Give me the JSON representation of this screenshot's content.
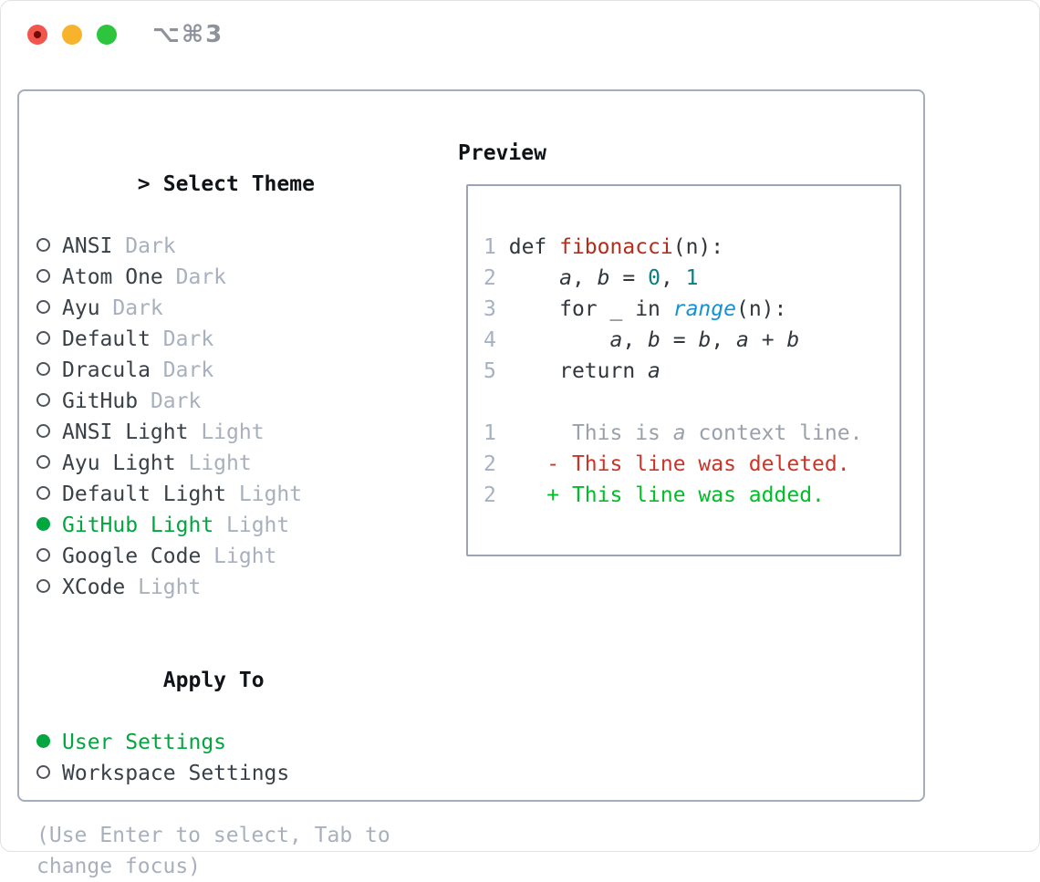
{
  "titlebar": {
    "title": "⌥⌘3",
    "buttons": [
      "close-button",
      "minimize-button",
      "zoom-button"
    ]
  },
  "colors": {
    "selected_green": "#00a63e",
    "added_green": "#00bd28",
    "deleted_red": "#ca3527",
    "function_red": "#b32d1d",
    "builtin_blue": "#1591d5",
    "number_teal": "#0b7e84",
    "muted_gray": "#a8b0bd",
    "line_number_gray": "#a6b1c3",
    "ink": "#31363d",
    "panel_border": "#a3adbb"
  },
  "left": {
    "prompt": ">",
    "header": "Select Theme",
    "themes": [
      {
        "name": "ANSI",
        "variant": "Dark",
        "selected": false
      },
      {
        "name": "Atom One",
        "variant": "Dark",
        "selected": false
      },
      {
        "name": "Ayu",
        "variant": "Dark",
        "selected": false
      },
      {
        "name": "Default",
        "variant": "Dark",
        "selected": false
      },
      {
        "name": "Dracula",
        "variant": "Dark",
        "selected": false
      },
      {
        "name": "GitHub",
        "variant": "Dark",
        "selected": false
      },
      {
        "name": "ANSI Light",
        "variant": "Light",
        "selected": false
      },
      {
        "name": "Ayu Light",
        "variant": "Light",
        "selected": false
      },
      {
        "name": "Default Light",
        "variant": "Light",
        "selected": false
      },
      {
        "name": "GitHub Light",
        "variant": "Light",
        "selected": true
      },
      {
        "name": "Google Code",
        "variant": "Light",
        "selected": false
      },
      {
        "name": "XCode",
        "variant": "Light",
        "selected": false
      }
    ],
    "apply_header": "Apply To",
    "apply_options": [
      {
        "label": "User Settings",
        "selected": true
      },
      {
        "label": "Workspace Settings",
        "selected": false
      }
    ],
    "hint_lines": [
      "(Use Enter to select, Tab to",
      "change focus)"
    ]
  },
  "preview": {
    "header": "Preview",
    "lines": [
      [
        {
          "t": "1",
          "c": "num"
        },
        {
          "t": " ",
          "c": "code"
        },
        {
          "t": "def ",
          "c": "code"
        },
        {
          "t": "fibonacci",
          "c": "red"
        },
        {
          "t": "(n):",
          "c": "code"
        }
      ],
      [
        {
          "t": "2",
          "c": "num"
        },
        {
          "t": "     ",
          "c": "code"
        },
        {
          "t": "a",
          "c": "var"
        },
        {
          "t": ", ",
          "c": "code"
        },
        {
          "t": "b",
          "c": "var"
        },
        {
          "t": " = ",
          "c": "code"
        },
        {
          "t": "0",
          "c": "teal"
        },
        {
          "t": ", ",
          "c": "code"
        },
        {
          "t": "1",
          "c": "teal"
        }
      ],
      [
        {
          "t": "3",
          "c": "num"
        },
        {
          "t": "     ",
          "c": "code"
        },
        {
          "t": "for _ in ",
          "c": "code"
        },
        {
          "t": "range",
          "c": "blue"
        },
        {
          "t": "(n):",
          "c": "code"
        }
      ],
      [
        {
          "t": "4",
          "c": "num"
        },
        {
          "t": "         ",
          "c": "code"
        },
        {
          "t": "a",
          "c": "var"
        },
        {
          "t": ", ",
          "c": "code"
        },
        {
          "t": "b",
          "c": "var"
        },
        {
          "t": " = ",
          "c": "code"
        },
        {
          "t": "b",
          "c": "var"
        },
        {
          "t": ", ",
          "c": "code"
        },
        {
          "t": "a",
          "c": "var"
        },
        {
          "t": " + ",
          "c": "code"
        },
        {
          "t": "b",
          "c": "var"
        }
      ],
      [
        {
          "t": "5",
          "c": "num"
        },
        {
          "t": "     ",
          "c": "code"
        },
        {
          "t": "return ",
          "c": "code"
        },
        {
          "t": "a",
          "c": "var"
        }
      ],
      [],
      [
        {
          "t": "1",
          "c": "num"
        },
        {
          "t": "      ",
          "c": "ctx"
        },
        {
          "t": "This is ",
          "c": "ctx"
        },
        {
          "t": "a",
          "c": "ctxi"
        },
        {
          "t": " context line.",
          "c": "ctx"
        }
      ],
      [
        {
          "t": "2",
          "c": "num"
        },
        {
          "t": "    ",
          "c": "plain"
        },
        {
          "t": "- This line was deleted.",
          "c": "del"
        }
      ],
      [
        {
          "t": "2",
          "c": "num"
        },
        {
          "t": "    ",
          "c": "plain"
        },
        {
          "t": "+ This line was added.",
          "c": "add"
        }
      ]
    ]
  }
}
